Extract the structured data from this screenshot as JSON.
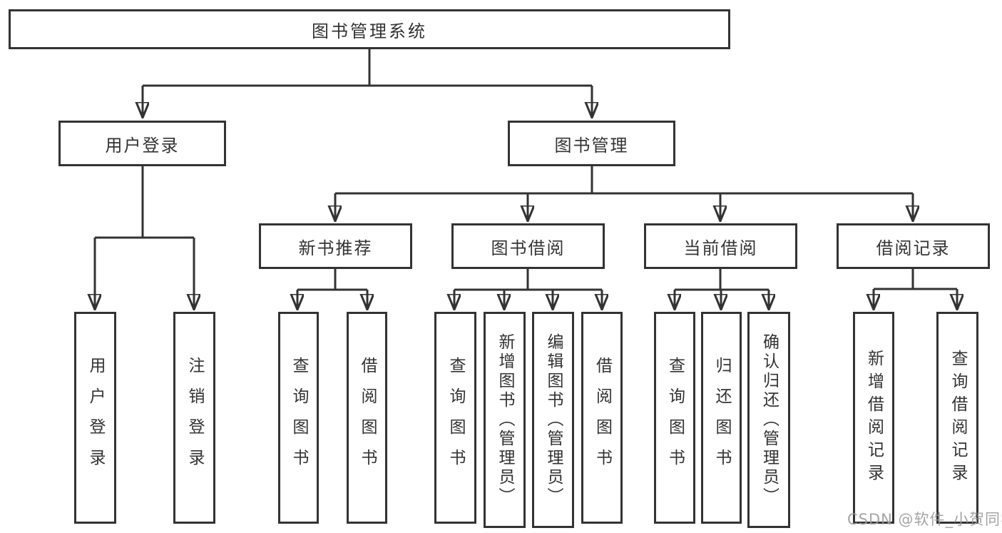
{
  "diagram_type": "hierarchy-tree",
  "tree": {
    "root": "图书管理系统",
    "branches": [
      {
        "label": "用户登录",
        "leaves": [
          "用户登录",
          "注销登录"
        ]
      },
      {
        "label": "图书管理",
        "groups": [
          {
            "label": "新书推荐",
            "leaves": [
              "查询图书",
              "借阅图书"
            ]
          },
          {
            "label": "图书借阅",
            "leaves": [
              "查询图书",
              "新增图书（管理员）",
              "编辑图书（管理员）",
              "借阅图书"
            ]
          },
          {
            "label": "当前借阅",
            "leaves": [
              "查询图书",
              "归还图书",
              "确认归还（管理员）"
            ]
          },
          {
            "label": "借阅记录",
            "leaves": [
              "新增借阅记录",
              "查询借阅记录"
            ]
          }
        ]
      }
    ]
  },
  "watermark": "CSDN @软件_小贺同学",
  "colors": {
    "line": "#333333",
    "box_border": "#333333",
    "text": "#333333",
    "watermark": "#9c9c9c",
    "background": "#ffffff"
  }
}
